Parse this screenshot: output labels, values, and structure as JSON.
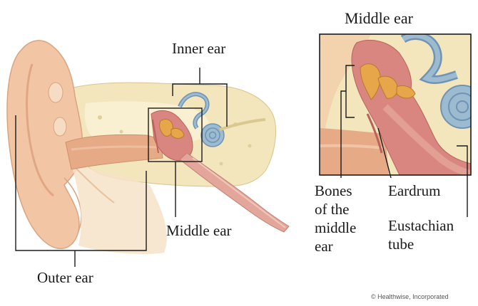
{
  "labels": {
    "inner_ear": "Inner ear",
    "middle_ear": "Middle ear",
    "outer_ear": "Outer ear",
    "inset_title": "Middle ear",
    "bones_line1": "Bones",
    "bones_line2": "of the",
    "bones_line3": "middle",
    "bones_line4": "ear",
    "eardrum": "Eardrum",
    "eustachian_line1": "Eustachian",
    "eustachian_line2": "tube"
  },
  "copyright": "© Healthwise, Incorporated",
  "colors": {
    "skin": "#f2c6a4",
    "skin_dark": "#e3a17e",
    "canal": "#e6ab86",
    "bone": "#f3e6bd",
    "bone_light": "#f9f1d4",
    "ossicles": "#e8a64a",
    "middle_ear_flesh": "#d98680",
    "cochlea": "#9cbad0",
    "cochlea_dark": "#6f93b3",
    "nerve": "#ea9c92",
    "tube": "#e3a69a",
    "line": "#1a1a1a"
  }
}
